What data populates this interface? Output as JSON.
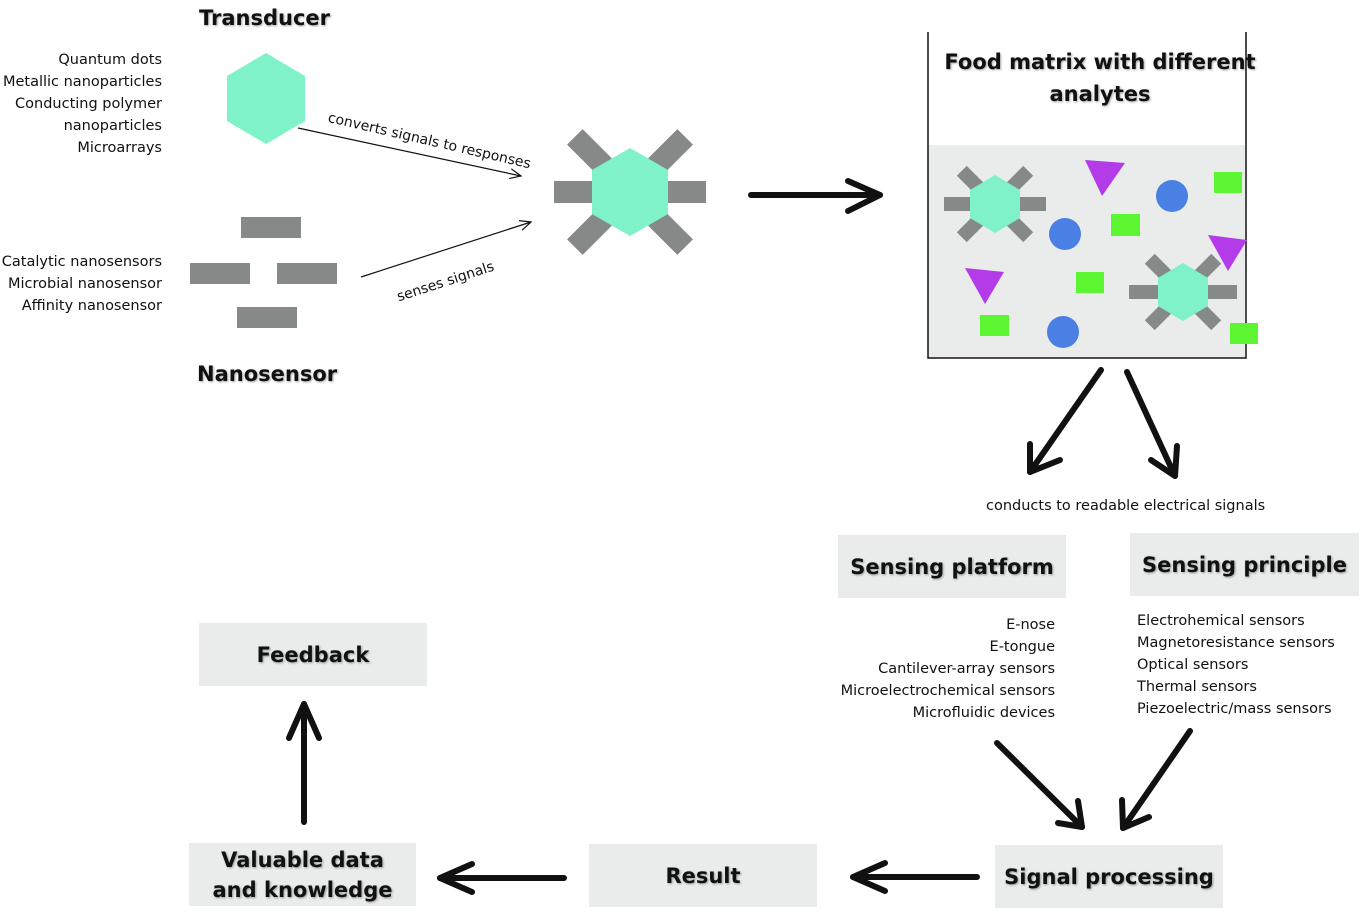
{
  "transducer": {
    "title": "Transducer",
    "items": [
      "Quantum dots",
      "Metallic nanoparticles",
      "Conducting polymer",
      "nanoparticles",
      "Microarrays"
    ]
  },
  "nanosensor": {
    "title": "Nanosensor",
    "items": [
      "Catalytic nanosensors",
      "Microbial nanosensor",
      "Affinity nanosensor"
    ]
  },
  "arrows": {
    "converts": "converts signals to responses",
    "senses": "senses signals",
    "conducts": "conducts to readable electrical signals"
  },
  "food_matrix": {
    "title_line1": "Food matrix with different",
    "title_line2": "analytes"
  },
  "sensing_platform": {
    "title": "Sensing platform",
    "items": [
      "E-nose",
      "E-tongue",
      "Cantilever-array sensors",
      "Microelectrochemical sensors",
      "Microfluidic devices"
    ]
  },
  "sensing_principle": {
    "title": "Sensing principle",
    "items": [
      "Electrohemical sensors",
      "Magnetoresistance sensors",
      "Optical sensors",
      "Thermal sensors",
      "Piezoelectric/mass sensors"
    ]
  },
  "flow": {
    "signal_processing": "Signal processing",
    "result": "Result",
    "valuable_line1": "Valuable data",
    "valuable_line2": "and knowledge",
    "feedback": "Feedback"
  },
  "colors": {
    "hexagon": "#7ff2c8",
    "bar": "#858a88",
    "triangle": "#b33be8",
    "circle": "#4a7fe4",
    "square": "#5cf532",
    "box_bg": "#e9ecea"
  }
}
